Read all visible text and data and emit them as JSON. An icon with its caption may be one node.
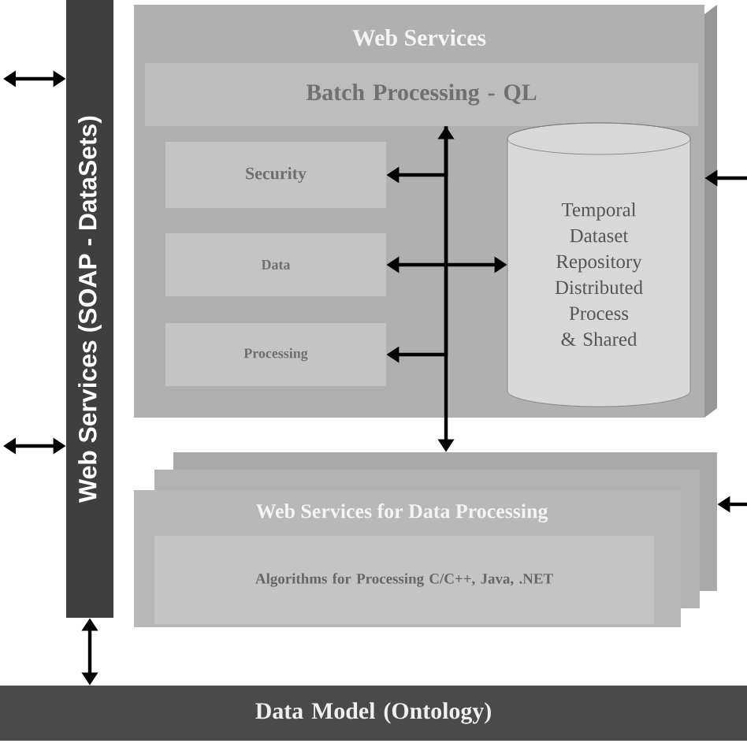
{
  "diagram": {
    "nodes": [
      {
        "text": [
          "Web Services (SOAP - DataSets)"
        ]
      },
      {
        "text": [
          "Web Services"
        ]
      },
      {
        "text": [
          "Batch Processing - QL"
        ],
        "in": 1
      },
      {
        "text": [
          "Security"
        ],
        "in": 1
      },
      {
        "text": [
          "Data"
        ],
        "in": 1
      },
      {
        "text": [
          "Processing"
        ],
        "in": 1
      },
      {
        "text": [
          "Temporal Dataset Repository Distributed Process & Shared"
        ],
        "in": 1
      },
      {
        "text": [
          "Web Services for Data Processing"
        ]
      },
      {
        "text": [
          "Algorithms for Processing C/C++, Java, .NET"
        ],
        "in": 7
      },
      {
        "text": [
          "Data Model (Ontology)"
        ]
      }
    ],
    "edges": [
      {
        "from": 2,
        "to": 7,
        "arrow": "both"
      },
      {
        "from": 2,
        "to": 3,
        "arrow": "to"
      },
      {
        "from": 2,
        "to": 5,
        "arrow": "to"
      },
      {
        "from": 4,
        "to": 6,
        "arrow": "both"
      },
      {
        "from": null,
        "to": 0,
        "arrow": "both"
      },
      {
        "from": null,
        "to": 0,
        "arrow": "both"
      },
      {
        "from": null,
        "to": 1,
        "arrow": "to"
      },
      {
        "from": null,
        "to": 7,
        "arrow": "to"
      },
      {
        "from": 0,
        "to": 9,
        "arrow": "both"
      }
    ]
  }
}
